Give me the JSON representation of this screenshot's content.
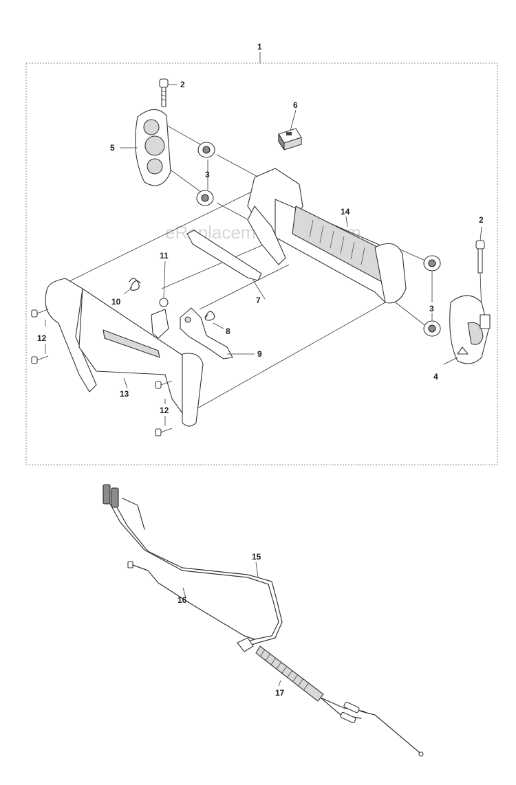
{
  "watermark": "eReplacementParts.com",
  "callouts": {
    "c1": "1",
    "c2a": "2",
    "c2b": "2",
    "c3a": "3",
    "c3b": "3",
    "c4": "4",
    "c5": "5",
    "c6": "6",
    "c7": "7",
    "c8": "8",
    "c9": "9",
    "c10": "10",
    "c11": "11",
    "c12a": "12",
    "c12b": "12",
    "c13": "13",
    "c14": "14",
    "c15": "15",
    "c16": "16",
    "c17": "17"
  }
}
